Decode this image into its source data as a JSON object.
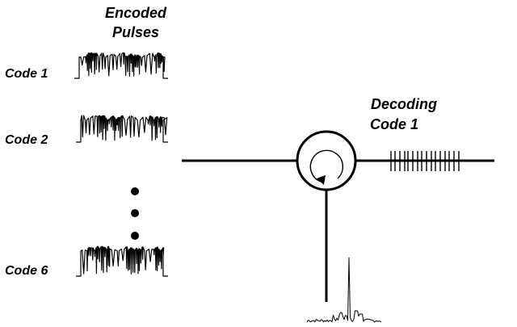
{
  "header": {
    "encoded_line1": "Encoded",
    "encoded_line2": "Pulses"
  },
  "codes": [
    {
      "label": "Code 1"
    },
    {
      "label": "Code 2"
    },
    {
      "label": "Code 6"
    }
  ],
  "decoder": {
    "line1": "Decoding",
    "line2": "Code 1"
  },
  "colors": {
    "ink": "#000000",
    "background": "#ffffff"
  }
}
